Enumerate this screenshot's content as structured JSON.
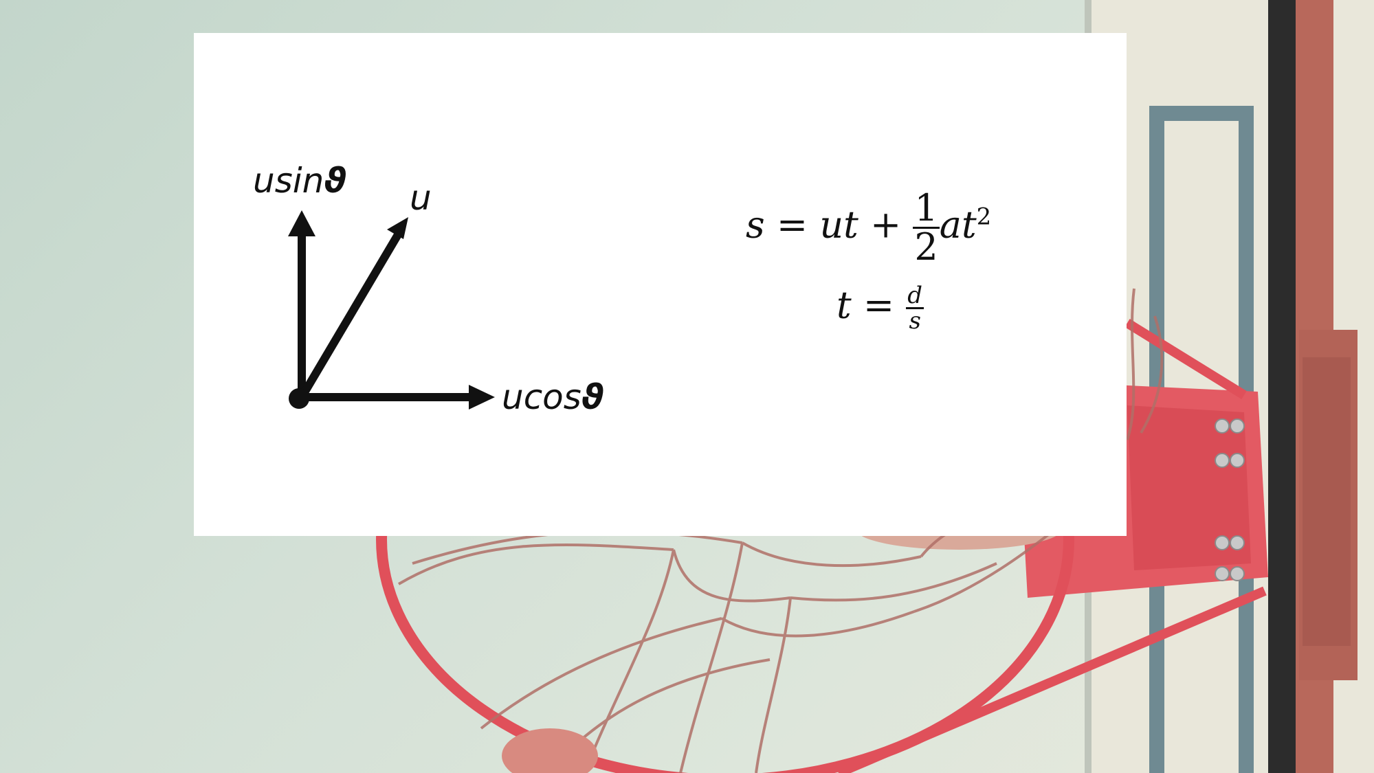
{
  "diagram": {
    "vectors": {
      "vertical_label": "usin",
      "resultant_label": "u",
      "horizontal_label": "ucos",
      "theta_symbol": "ϑ"
    }
  },
  "equations": {
    "eq1": {
      "lhs": "s",
      "equals": "=",
      "term1": "ut",
      "plus": "+",
      "frac_num": "1",
      "frac_den": "2",
      "term2": "at",
      "exponent": "2"
    },
    "eq2": {
      "lhs": "t",
      "equals": "=",
      "frac_num": "d",
      "frac_den": "s"
    }
  },
  "colors": {
    "card": "#ffffff",
    "ink": "#111111",
    "hoop_red": "#e0505a"
  }
}
